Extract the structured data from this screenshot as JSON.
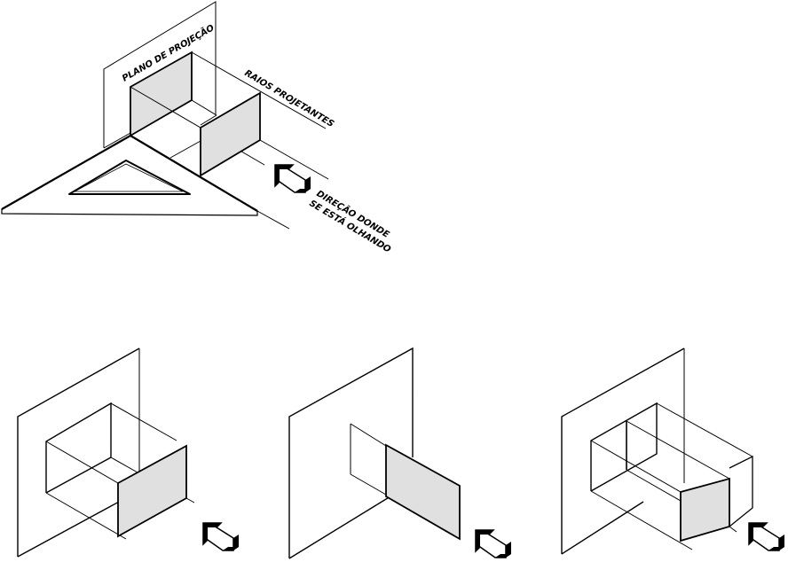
{
  "labels": {
    "projection_plane": "PLANO DE PROJEÇÃO",
    "projecting_rays": "RAIOS PROJETANTES",
    "view_direction_line1": "DIREÇÃO DONDE",
    "view_direction_line2": "SE ESTÁ OLHANDO"
  },
  "colors": {
    "shade": "#e0e0e0",
    "ink": "#000000"
  }
}
